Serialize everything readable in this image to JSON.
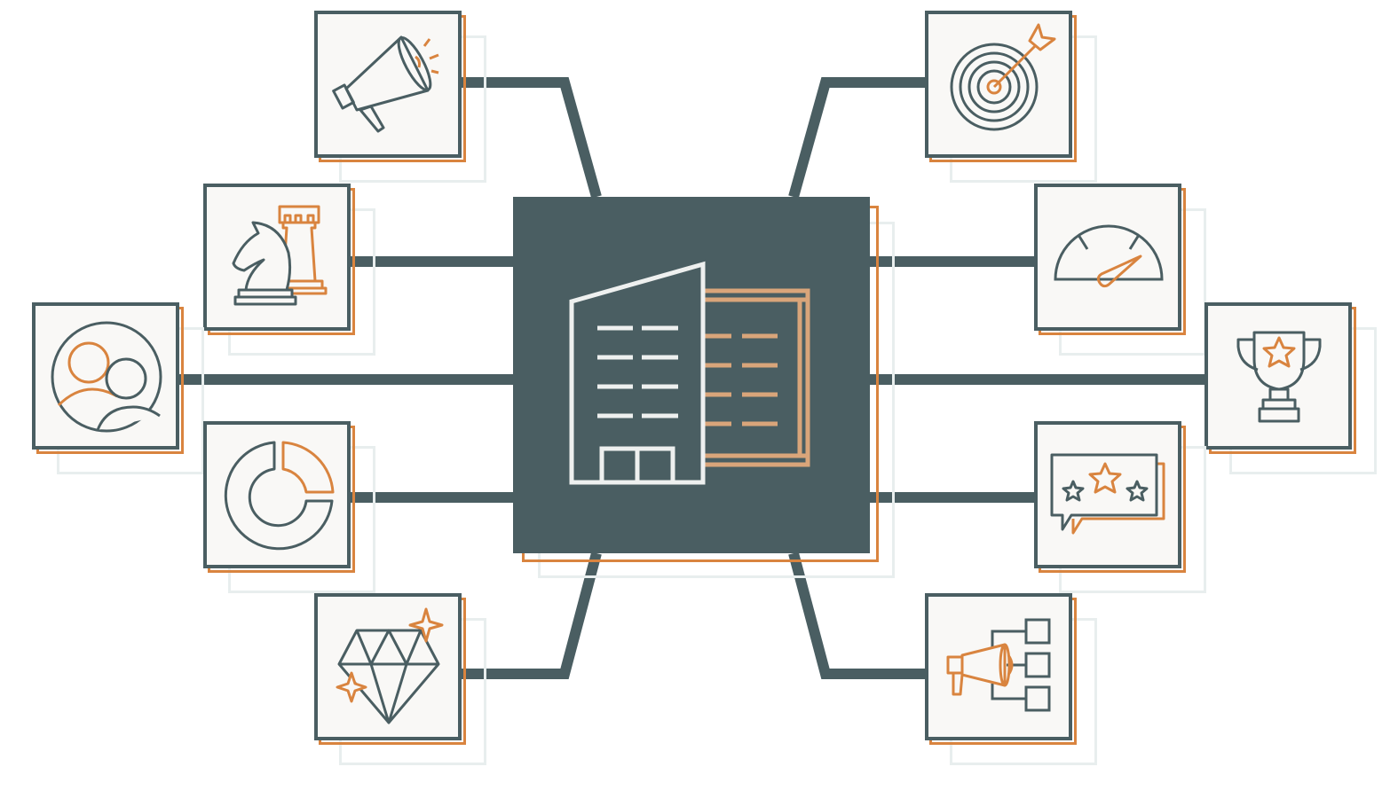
{
  "colors": {
    "dark": "#4a5e62",
    "accent": "#d9843f",
    "tile_bg": "#f9f8f6",
    "shadow": "#e8eeee",
    "light_accent": "#d9a57a"
  },
  "hub": {
    "icon": "office-building-icon"
  },
  "nodes": [
    {
      "id": "megaphone",
      "icon": "megaphone-icon",
      "side": "left"
    },
    {
      "id": "chess",
      "icon": "chess-strategy-icon",
      "side": "left"
    },
    {
      "id": "audience",
      "icon": "audience-users-icon",
      "side": "left"
    },
    {
      "id": "donut",
      "icon": "donut-chart-icon",
      "side": "left"
    },
    {
      "id": "diamond",
      "icon": "diamond-value-icon",
      "side": "left"
    },
    {
      "id": "target",
      "icon": "target-goal-icon",
      "side": "right"
    },
    {
      "id": "gauge",
      "icon": "performance-gauge-icon",
      "side": "right"
    },
    {
      "id": "trophy",
      "icon": "trophy-award-icon",
      "side": "right"
    },
    {
      "id": "reviews",
      "icon": "star-reviews-icon",
      "side": "right"
    },
    {
      "id": "distribution",
      "icon": "campaign-distribution-icon",
      "side": "right"
    }
  ]
}
